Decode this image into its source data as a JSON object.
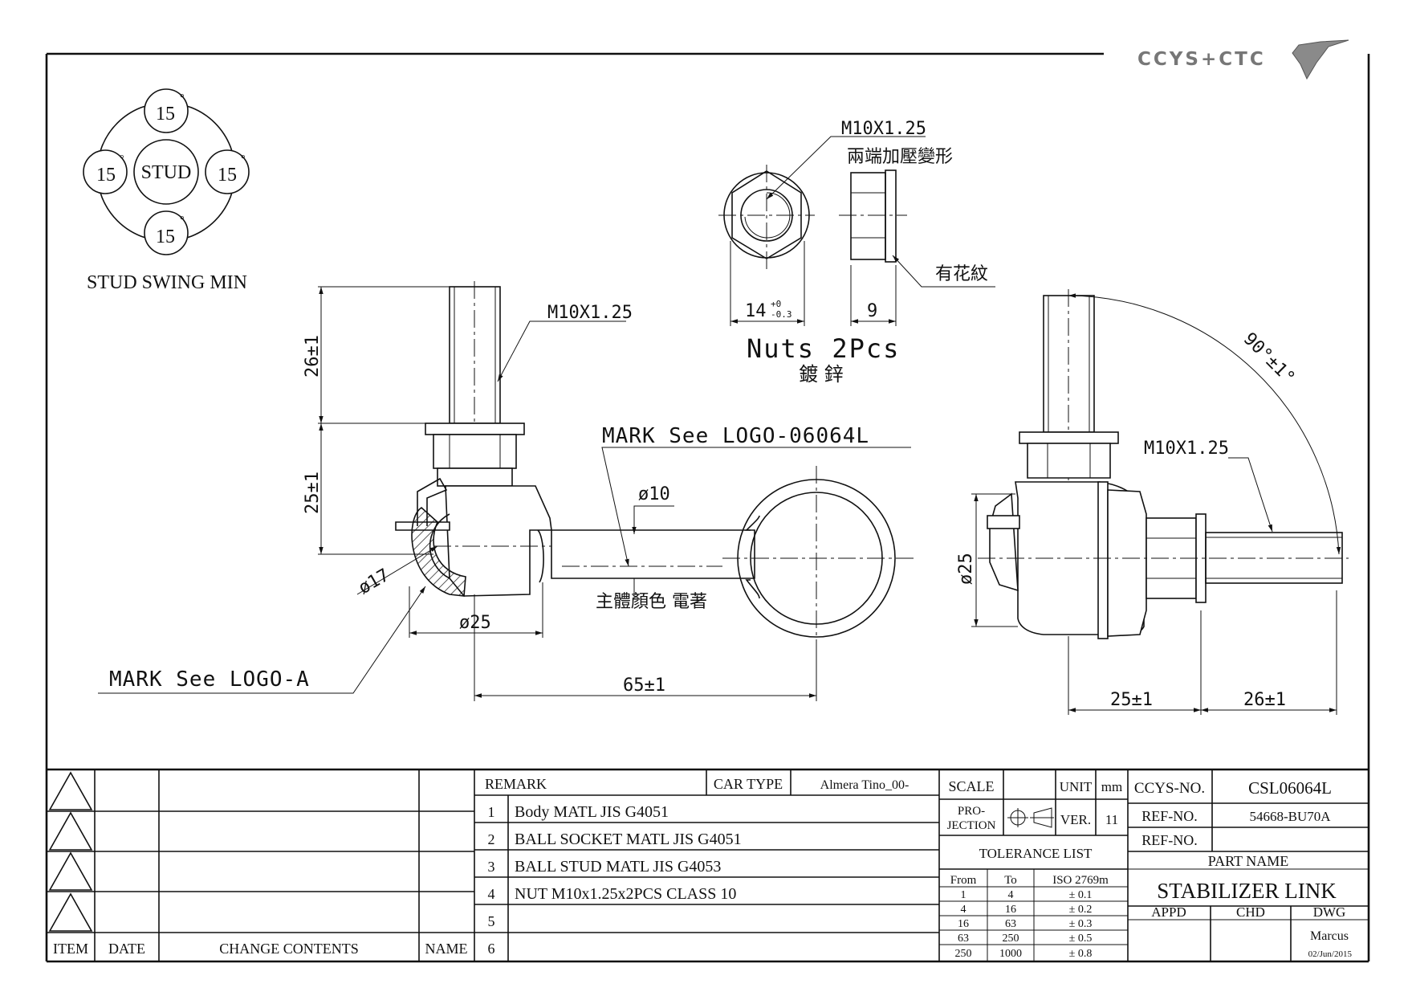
{
  "logo": {
    "text": "CCYS+CTC"
  },
  "stud_swing": {
    "center_label": "STUD",
    "angles": [
      "15",
      "15",
      "15",
      "15"
    ],
    "degree_mark": "°",
    "caption": "STUD SWING MIN"
  },
  "nut_view": {
    "thread_label": "M10X1.25",
    "note_deform": "兩端加壓變形",
    "note_knurl": "有花紋",
    "dim_width": "14",
    "dim_width_tol_upper": "+0",
    "dim_width_tol_lower": "-0.3",
    "dim_thickness": "9",
    "qty_label": "Nuts 2Pcs",
    "finish_label": "鍍 鋅"
  },
  "front_view": {
    "thread_label": "M10X1.25",
    "dim_stud_length": "26±1",
    "dim_body_height": "25±1",
    "dim_ball_dia": "ø17",
    "dim_socket_dia": "ø25",
    "dim_rod_dia": "ø10",
    "dim_center_distance": "65±1",
    "mark_logo_main": "MARK See LOGO-06064L",
    "mark_logo_a": "MARK See LOGO-A",
    "note_body_color": "主體顏色 電著"
  },
  "side_view": {
    "thread_label": "M10X1.25",
    "angle_label": "90°±1°",
    "dim_socket_dia": "ø25",
    "dim_body": "25±1",
    "dim_stud": "26±1"
  },
  "revision_block": {
    "headers": [
      "ITEM",
      "DATE",
      "CHANGE CONTENTS",
      "NAME"
    ]
  },
  "remark_block": {
    "remark_label": "REMARK",
    "car_type_label": "CAR TYPE",
    "car_type_value": "Almera Tino_00-",
    "rows": [
      {
        "no": "1",
        "text": "Body MATL JIS G4051"
      },
      {
        "no": "2",
        "text": "BALL SOCKET MATL JIS G4051"
      },
      {
        "no": "3",
        "text": "BALL STUD MATL JIS G4053"
      },
      {
        "no": "4",
        "text": "NUT M10x1.25x2PCS CLASS 10"
      },
      {
        "no": "5",
        "text": ""
      },
      {
        "no": "6",
        "text": ""
      }
    ]
  },
  "scale_block": {
    "scale_label": "SCALE",
    "scale_value": "",
    "unit_label": "UNIT",
    "unit_value": "mm",
    "projection_label_1": "PRO-",
    "projection_label_2": "JECTION",
    "ver_label": "VER.",
    "ver_value": "11",
    "tolerance_title": "TOLERANCE LIST",
    "tolerance_headers": [
      "From",
      "To",
      "ISO 2769m"
    ],
    "tolerance_rows": [
      [
        "1",
        "4",
        "± 0.1"
      ],
      [
        "4",
        "16",
        "± 0.2"
      ],
      [
        "16",
        "63",
        "± 0.3"
      ],
      [
        "63",
        "250",
        "± 0.5"
      ],
      [
        "250",
        "1000",
        "± 0.8"
      ]
    ]
  },
  "title_block": {
    "ccys_no_label": "CCYS-NO.",
    "ccys_no_value": "CSL06064L",
    "ref_no_label": "REF-NO.",
    "ref_no_value": "54668-BU70A",
    "ref_no_label_2": "REF-NO.",
    "ref_no_value_2": "",
    "part_name_label": "PART NAME",
    "part_name_value": "STABILIZER LINK",
    "appd_label": "APPD",
    "chd_label": "CHD",
    "dwg_label": "DWG",
    "dwg_name": "Marcus",
    "dwg_date": "02/Jun/2015"
  }
}
